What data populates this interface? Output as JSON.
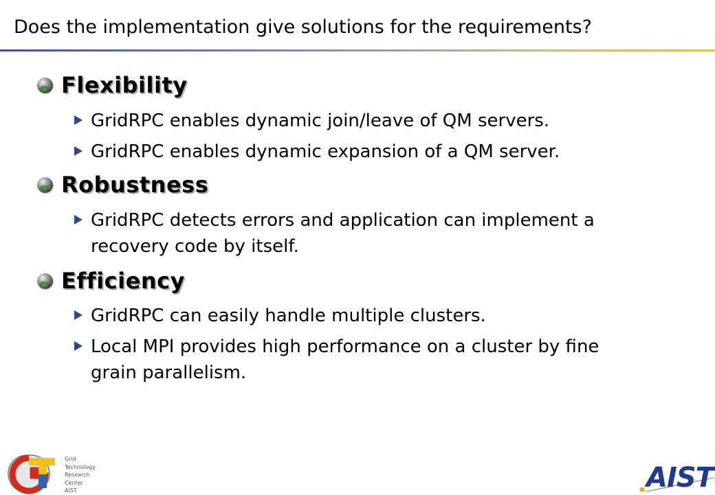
{
  "slide": {
    "title": "Does the implementation give solutions for the requirements?",
    "sections": [
      {
        "heading": "Flexibility",
        "items": [
          "GridRPC enables dynamic join/leave of QM servers.",
          "GridRPC enables dynamic expansion of a QM server."
        ]
      },
      {
        "heading": "Robustness",
        "items": [
          "GridRPC detects errors and application can implement a\nrecovery code by itself."
        ]
      },
      {
        "heading": "Efficiency",
        "items": [
          "GridRPC can easily handle multiple clusters.",
          "Local MPI provides high performance on a cluster by fine\ngrain parallelism."
        ]
      }
    ]
  },
  "footer": {
    "left_logo": {
      "lines": [
        "Grid",
        "Technology",
        "Research",
        "Center",
        "AIST"
      ]
    },
    "right_logo": {
      "text": "AIST"
    }
  },
  "colors": {
    "bullet_triangle": "#2c4a8a",
    "logo_blue": "#1f3a8f",
    "logo_red": "#d42a1e",
    "logo_yellow": "#f3c21a"
  }
}
